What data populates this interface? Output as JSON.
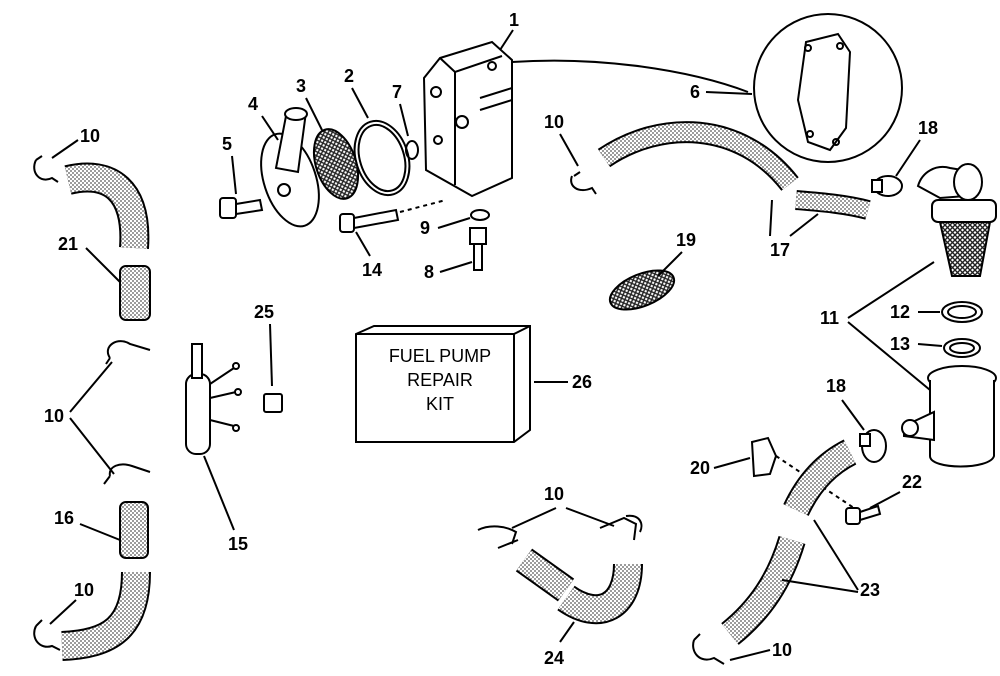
{
  "kit_box": {
    "line1": "FUEL PUMP",
    "line2": "REPAIR",
    "line3": "KIT"
  },
  "callouts": {
    "c1": "1",
    "c2": "2",
    "c3": "3",
    "c4": "4",
    "c5": "5",
    "c6": "6",
    "c7": "7",
    "c8": "8",
    "c9": "9",
    "c10a": "10",
    "c10b": "10",
    "c10c": "10",
    "c10d": "10",
    "c10e": "10",
    "c10f": "10",
    "c11": "11",
    "c12": "12",
    "c13": "13",
    "c14": "14",
    "c15": "15",
    "c16": "16",
    "c17": "17",
    "c18a": "18",
    "c18b": "18",
    "c19": "19",
    "c20": "20",
    "c21": "21",
    "c22": "22",
    "c23": "23",
    "c24": "24",
    "c25": "25",
    "c26": "26"
  },
  "colors": {
    "ink": "#000000",
    "paper": "#ffffff",
    "hatch": "#777777"
  }
}
